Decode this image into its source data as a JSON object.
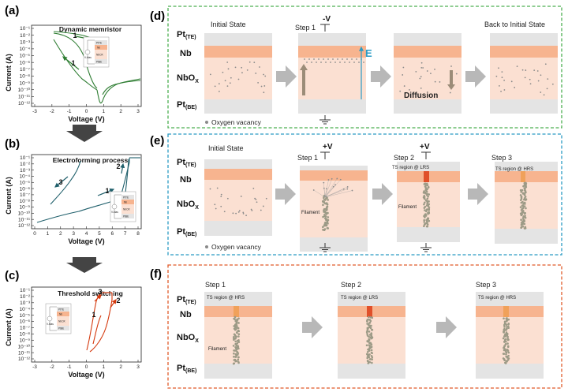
{
  "panel_labels": [
    "(a)",
    "(b)",
    "(c)",
    "(d)",
    "(e)",
    "(f)"
  ],
  "chart_data": [
    {
      "type": "line",
      "title": "Dynamic memristor",
      "xlabel": "Voltage (V)",
      "ylabel": "Current (A)",
      "xlim": [
        -3,
        3
      ],
      "x_ticks": [
        "-3",
        "-2",
        "-1",
        "0",
        "1",
        "2",
        "3"
      ],
      "y_ticks": [
        "10⁻¹",
        "10⁻²",
        "10⁻³",
        "10⁻⁴",
        "10⁻⁵",
        "10⁻⁶",
        "10⁻⁷",
        "10⁻⁸",
        "10⁻⁹",
        "10⁻¹⁰",
        "10⁻¹¹",
        "10⁻¹²"
      ],
      "annotations": [
        "1",
        "1"
      ],
      "color": "#2e7d32"
    },
    {
      "type": "line",
      "title": "Electroforming process",
      "xlabel": "Voltage (V)",
      "ylabel": "Current (A)",
      "xlim": [
        0,
        8
      ],
      "x_ticks": [
        "0",
        "1",
        "2",
        "3",
        "4",
        "5",
        "6",
        "7",
        "8"
      ],
      "y_ticks": [
        "10⁻¹",
        "10⁻²",
        "10⁻³",
        "10⁻⁴",
        "10⁻⁵",
        "10⁻⁶",
        "10⁻⁷",
        "10⁻⁸",
        "10⁻⁹",
        "10⁻¹⁰",
        "10⁻¹¹",
        "10⁻¹²"
      ],
      "annotations": [
        "1",
        "2",
        "3"
      ],
      "color": "#1f5f6b"
    },
    {
      "type": "line",
      "title": "Threshold switching",
      "xlabel": "Voltage (V)",
      "ylabel": "Current (A)",
      "xlim": [
        -3,
        3
      ],
      "x_ticks": [
        "-3",
        "-2",
        "-1",
        "0",
        "1",
        "2",
        "3"
      ],
      "y_ticks": [
        "10⁻¹",
        "10⁻²",
        "10⁻³",
        "10⁻⁴",
        "10⁻⁵",
        "10⁻⁶",
        "10⁻⁷",
        "10⁻⁸",
        "10⁻⁹",
        "10⁻¹⁰",
        "10⁻¹¹",
        "10⁻¹²"
      ],
      "annotations": [
        "3",
        "2",
        "1"
      ],
      "color": "#d4380d"
    }
  ],
  "inset": {
    "vbias": "V-bias",
    "te": "Pt",
    "te_sub": "TE",
    "nb": "Nb",
    "nbox": "NbO",
    "nbox_sub": "X",
    "be": "Pt",
    "be_sub": "BE"
  },
  "layers": {
    "pt_te": "Pt",
    "pt_te_sub": "(TE)",
    "nb": "Nb",
    "nbox": "NbO",
    "nbox_sub": "X",
    "pt_be": "Pt",
    "pt_be_sub": "(BE)"
  },
  "panel_d": {
    "border_color": "#4caf50",
    "initial": "Initial State",
    "step1": "Step 1",
    "voltage": "-V",
    "field": "E",
    "diffusion": "Diffusion",
    "back": "Back to Initial State",
    "legend": "Oxygen vacancy"
  },
  "panel_e": {
    "border_color": "#2a9bc4",
    "initial": "Initial State",
    "step1": "Step 1",
    "step2": "Step 2",
    "step3": "Step 3",
    "voltage1": "+V",
    "voltage2": "+V",
    "lrs": "TS region @ LRS",
    "hrs": "TS region @ HRS",
    "filament1": "Filament",
    "filament2": "Filament",
    "legend": "Oxygen vacancy"
  },
  "panel_f": {
    "border_color": "#e05a2a",
    "step1": "Step 1",
    "step2": "Step 2",
    "step3": "Step 3",
    "hrs1": "TS region @ HRS",
    "lrs": "TS region @ LRS",
    "hrs3": "TS region @ HRS",
    "filament": "Filament"
  },
  "colors": {
    "nb_layer": "#f7b48f",
    "nbox_layer": "#fbe0d2",
    "pt_layer": "#e4e4e4",
    "arrow": "#b8b8b8",
    "vacancy": "#8a8a8a",
    "filament": "#9c9a86",
    "hrs_region": "#f0a15a",
    "lrs_region": "#e0502a"
  }
}
